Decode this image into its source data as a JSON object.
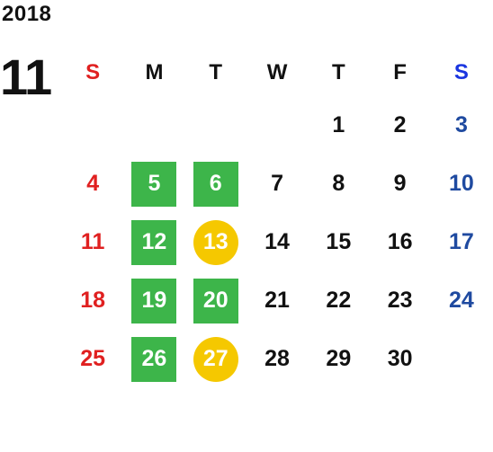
{
  "calendar": {
    "year": "2018",
    "month": "11",
    "weekdays": [
      "S",
      "M",
      "T",
      "W",
      "T",
      "F",
      "S"
    ],
    "weeks": [
      [
        {
          "day": "",
          "style": "sun"
        },
        {
          "day": "",
          "style": ""
        },
        {
          "day": "",
          "style": ""
        },
        {
          "day": "",
          "style": ""
        },
        {
          "day": "1",
          "style": ""
        },
        {
          "day": "2",
          "style": ""
        },
        {
          "day": "3",
          "style": "sat"
        }
      ],
      [
        {
          "day": "4",
          "style": "sun"
        },
        {
          "day": "5",
          "style": "green"
        },
        {
          "day": "6",
          "style": "green"
        },
        {
          "day": "7",
          "style": ""
        },
        {
          "day": "8",
          "style": ""
        },
        {
          "day": "9",
          "style": ""
        },
        {
          "day": "10",
          "style": "sat"
        }
      ],
      [
        {
          "day": "11",
          "style": "sun"
        },
        {
          "day": "12",
          "style": "green"
        },
        {
          "day": "13",
          "style": "yellow"
        },
        {
          "day": "14",
          "style": ""
        },
        {
          "day": "15",
          "style": ""
        },
        {
          "day": "16",
          "style": ""
        },
        {
          "day": "17",
          "style": "sat"
        }
      ],
      [
        {
          "day": "18",
          "style": "sun"
        },
        {
          "day": "19",
          "style": "green"
        },
        {
          "day": "20",
          "style": "green"
        },
        {
          "day": "21",
          "style": ""
        },
        {
          "day": "22",
          "style": ""
        },
        {
          "day": "23",
          "style": ""
        },
        {
          "day": "24",
          "style": "sat"
        }
      ],
      [
        {
          "day": "25",
          "style": "sun"
        },
        {
          "day": "26",
          "style": "green"
        },
        {
          "day": "27",
          "style": "yellow"
        },
        {
          "day": "28",
          "style": ""
        },
        {
          "day": "29",
          "style": ""
        },
        {
          "day": "30",
          "style": ""
        },
        {
          "day": "",
          "style": "sat"
        }
      ]
    ]
  },
  "colors": {
    "sunday": "#e02020",
    "saturday_header": "#1a35e0",
    "saturday": "#1f4aa0",
    "green_highlight": "#3db54a",
    "yellow_highlight": "#f5c800",
    "text": "#111111"
  }
}
